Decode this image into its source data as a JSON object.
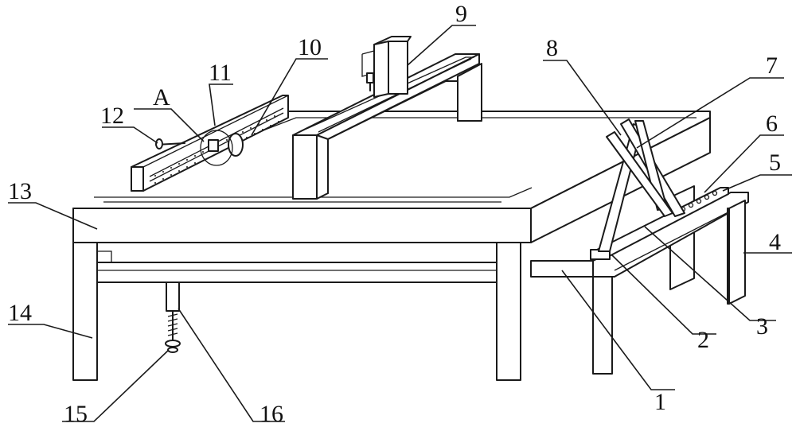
{
  "labels": {
    "l1": "1",
    "l2": "2",
    "l3": "3",
    "l4": "4",
    "l5": "5",
    "l6": "6",
    "l7": "7",
    "l8": "8",
    "l9": "9",
    "l10": "10",
    "l11": "11",
    "l12": "12",
    "l13": "13",
    "l14": "14",
    "l15": "15",
    "l16": "16",
    "lA": "A"
  }
}
